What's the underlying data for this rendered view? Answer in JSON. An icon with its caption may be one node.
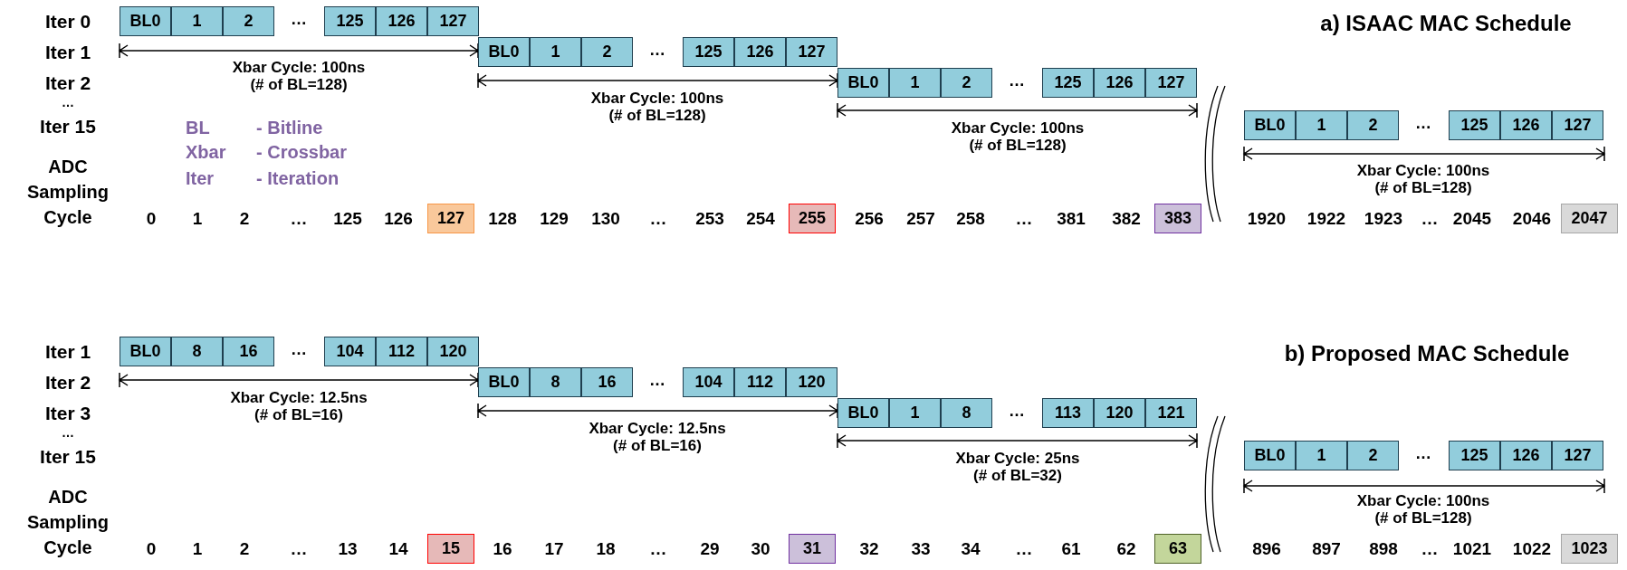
{
  "diagram": {
    "nodes": [
      {
        "text": [
          "BL0"
        ]
      },
      {
        "text": [
          "1"
        ]
      },
      {
        "text": [
          "2"
        ]
      },
      {
        "text": [
          "125"
        ]
      },
      {
        "text": [
          "126"
        ]
      },
      {
        "text": [
          "127"
        ]
      },
      {
        "text": [
          "BL0"
        ]
      },
      {
        "text": [
          "1"
        ]
      },
      {
        "text": [
          "2"
        ]
      },
      {
        "text": [
          "125"
        ]
      },
      {
        "text": [
          "126"
        ]
      },
      {
        "text": [
          "127"
        ]
      },
      {
        "text": [
          "BL0"
        ]
      },
      {
        "text": [
          "1"
        ]
      },
      {
        "text": [
          "2"
        ]
      },
      {
        "text": [
          "125"
        ]
      },
      {
        "text": [
          "126"
        ]
      },
      {
        "text": [
          "127"
        ]
      },
      {
        "text": [
          "BL0"
        ]
      },
      {
        "text": [
          "1"
        ]
      },
      {
        "text": [
          "2"
        ]
      },
      {
        "text": [
          "125"
        ]
      },
      {
        "text": [
          "126"
        ]
      },
      {
        "text": [
          "127"
        ]
      },
      {
        "text": [
          "127"
        ]
      },
      {
        "text": [
          "255"
        ]
      },
      {
        "text": [
          "383"
        ]
      },
      {
        "text": [
          "2047"
        ]
      },
      {
        "text": [
          "BL0"
        ]
      },
      {
        "text": [
          "8"
        ]
      },
      {
        "text": [
          "16"
        ]
      },
      {
        "text": [
          "104"
        ]
      },
      {
        "text": [
          "112"
        ]
      },
      {
        "text": [
          "120"
        ]
      },
      {
        "text": [
          "BL0"
        ]
      },
      {
        "text": [
          "8"
        ]
      },
      {
        "text": [
          "16"
        ]
      },
      {
        "text": [
          "104"
        ]
      },
      {
        "text": [
          "112"
        ]
      },
      {
        "text": [
          "120"
        ]
      },
      {
        "text": [
          "BL0"
        ]
      },
      {
        "text": [
          "1"
        ]
      },
      {
        "text": [
          "8"
        ]
      },
      {
        "text": [
          "113"
        ]
      },
      {
        "text": [
          "120"
        ]
      },
      {
        "text": [
          "121"
        ]
      },
      {
        "text": [
          "BL0"
        ]
      },
      {
        "text": [
          "1"
        ]
      },
      {
        "text": [
          "2"
        ]
      },
      {
        "text": [
          "125"
        ]
      },
      {
        "text": [
          "126"
        ]
      },
      {
        "text": [
          "127"
        ]
      },
      {
        "text": [
          "15"
        ]
      },
      {
        "text": [
          "31"
        ]
      },
      {
        "text": [
          "63"
        ]
      },
      {
        "text": [
          "1023"
        ]
      }
    ],
    "labels": [
      "a) ISAAC MAC Schedule",
      "Iter 0",
      "Iter 1",
      "Iter 2",
      "…",
      "Iter 15",
      "ADC Sampling Cycle",
      "BL",
      "- Bitline",
      "Xbar",
      "- Crossbar",
      "Iter",
      "- Iteration",
      "…",
      "…",
      "…",
      "…",
      "Xbar Cycle: 100ns (# of BL=128)",
      "Xbar Cycle: 100ns (# of BL=128)",
      "Xbar Cycle: 100ns (# of BL=128)",
      "Xbar Cycle: 100ns (# of BL=128)",
      "0",
      "1",
      "2",
      "…",
      "125",
      "126",
      "128",
      "129",
      "130",
      "…",
      "253",
      "254",
      "256",
      "257",
      "258",
      "…",
      "381",
      "382",
      "1920",
      "1922",
      "1923",
      "…",
      "2045",
      "2046",
      "b) Proposed MAC Schedule",
      "Iter 1",
      "Iter 2",
      "Iter 3",
      "…",
      "Iter 15",
      "ADC Sampling Cycle",
      "…",
      "…",
      "…",
      "…",
      "Xbar Cycle: 12.5ns (# of BL=16)",
      "Xbar Cycle: 12.5ns (# of BL=16)",
      "Xbar Cycle: 25ns (# of BL=32)",
      "Xbar Cycle: 100ns (# of BL=128)",
      "0",
      "1",
      "2",
      "…",
      "13",
      "14",
      "16",
      "17",
      "18",
      "…",
      "29",
      "30",
      "32",
      "33",
      "34",
      "…",
      "61",
      "62",
      "896",
      "897",
      "898",
      "…",
      "1021",
      "1022"
    ]
  }
}
